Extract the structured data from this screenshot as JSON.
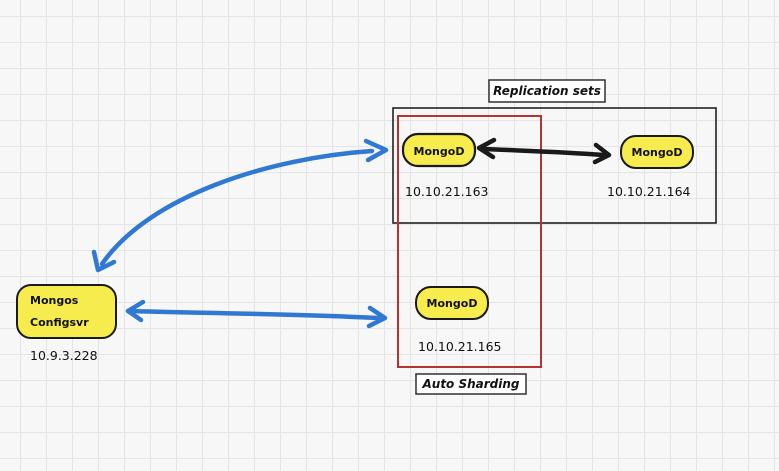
{
  "colors": {
    "node_fill": "#f6ec4e",
    "node_stroke": "#1a1a1a",
    "arrow_blue": "#2f78d4",
    "arrow_black": "#1a1a1a",
    "sharding_box": "#b83232",
    "replica_box": "#222222"
  },
  "captions": {
    "replication_sets": "Replication sets",
    "auto_sharding": "Auto Sharding"
  },
  "mongos": {
    "line1": "Mongos",
    "line2": "Configsvr",
    "ip": "10.9.3.228"
  },
  "nodes": [
    {
      "label": "MongoD",
      "ip": "10.10.21.163"
    },
    {
      "label": "MongoD",
      "ip": "10.10.21.164"
    },
    {
      "label": "MongoD",
      "ip": "10.10.21.165"
    }
  ]
}
